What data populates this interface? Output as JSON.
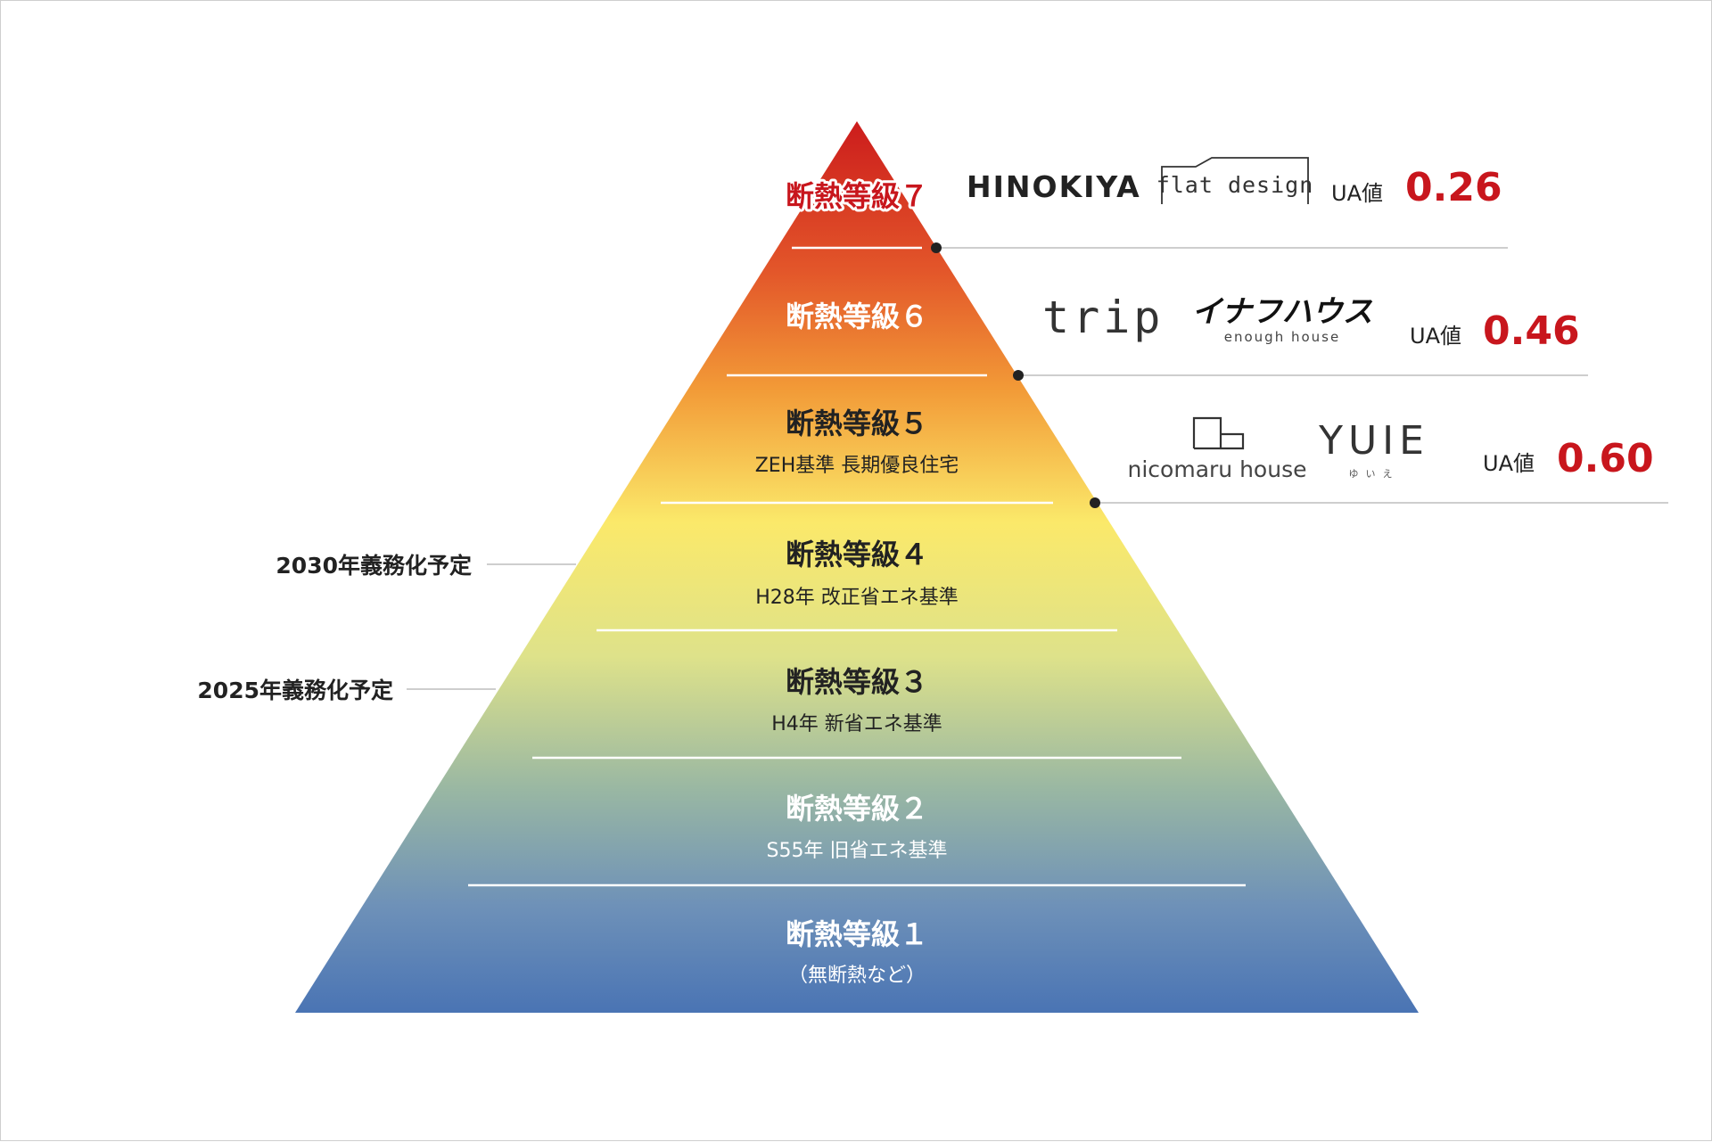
{
  "pyramid": {
    "levels": [
      {
        "grade": 7,
        "title": "断熱等級７",
        "subtitle": ""
      },
      {
        "grade": 6,
        "title": "断熱等級６",
        "subtitle": ""
      },
      {
        "grade": 5,
        "title": "断熱等級５",
        "subtitle": "ZEH基準 長期優良住宅"
      },
      {
        "grade": 4,
        "title": "断熱等級４",
        "subtitle": "H28年 改正省エネ基準"
      },
      {
        "grade": 3,
        "title": "断熱等級３",
        "subtitle": "H4年 新省エネ基準"
      },
      {
        "grade": 2,
        "title": "断熱等級２",
        "subtitle": "S55年 旧省エネ基準"
      },
      {
        "grade": 1,
        "title": "断熱等級１",
        "subtitle": "（無断熱など）"
      }
    ],
    "mandates": [
      {
        "text": "2030年義務化予定",
        "grade": 4
      },
      {
        "text": "2025年義務化予定",
        "grade": 3
      }
    ]
  },
  "callouts": [
    {
      "grade": 7,
      "ua_label": "UA値",
      "ua_value": "0.26",
      "brands": [
        {
          "name": "HINOKIYA"
        },
        {
          "name": "flat design"
        }
      ]
    },
    {
      "grade": 6,
      "ua_label": "UA値",
      "ua_value": "0.46",
      "brands": [
        {
          "name": "trip"
        },
        {
          "name": "イナフハウス",
          "sub": "enough house"
        }
      ]
    },
    {
      "grade": 5,
      "ua_label": "UA値",
      "ua_value": "0.60",
      "brands": [
        {
          "name": "nicomaru house"
        },
        {
          "name": "YUIE",
          "sub": "ゆいえ"
        }
      ]
    }
  ],
  "colors": {
    "ua_value": "#c8161d",
    "grade7_title": "#c8161d",
    "dark_text": "#222222",
    "top": "#cc1c1c",
    "middle": "#fbe96a",
    "bottom": "#4a74b4"
  }
}
